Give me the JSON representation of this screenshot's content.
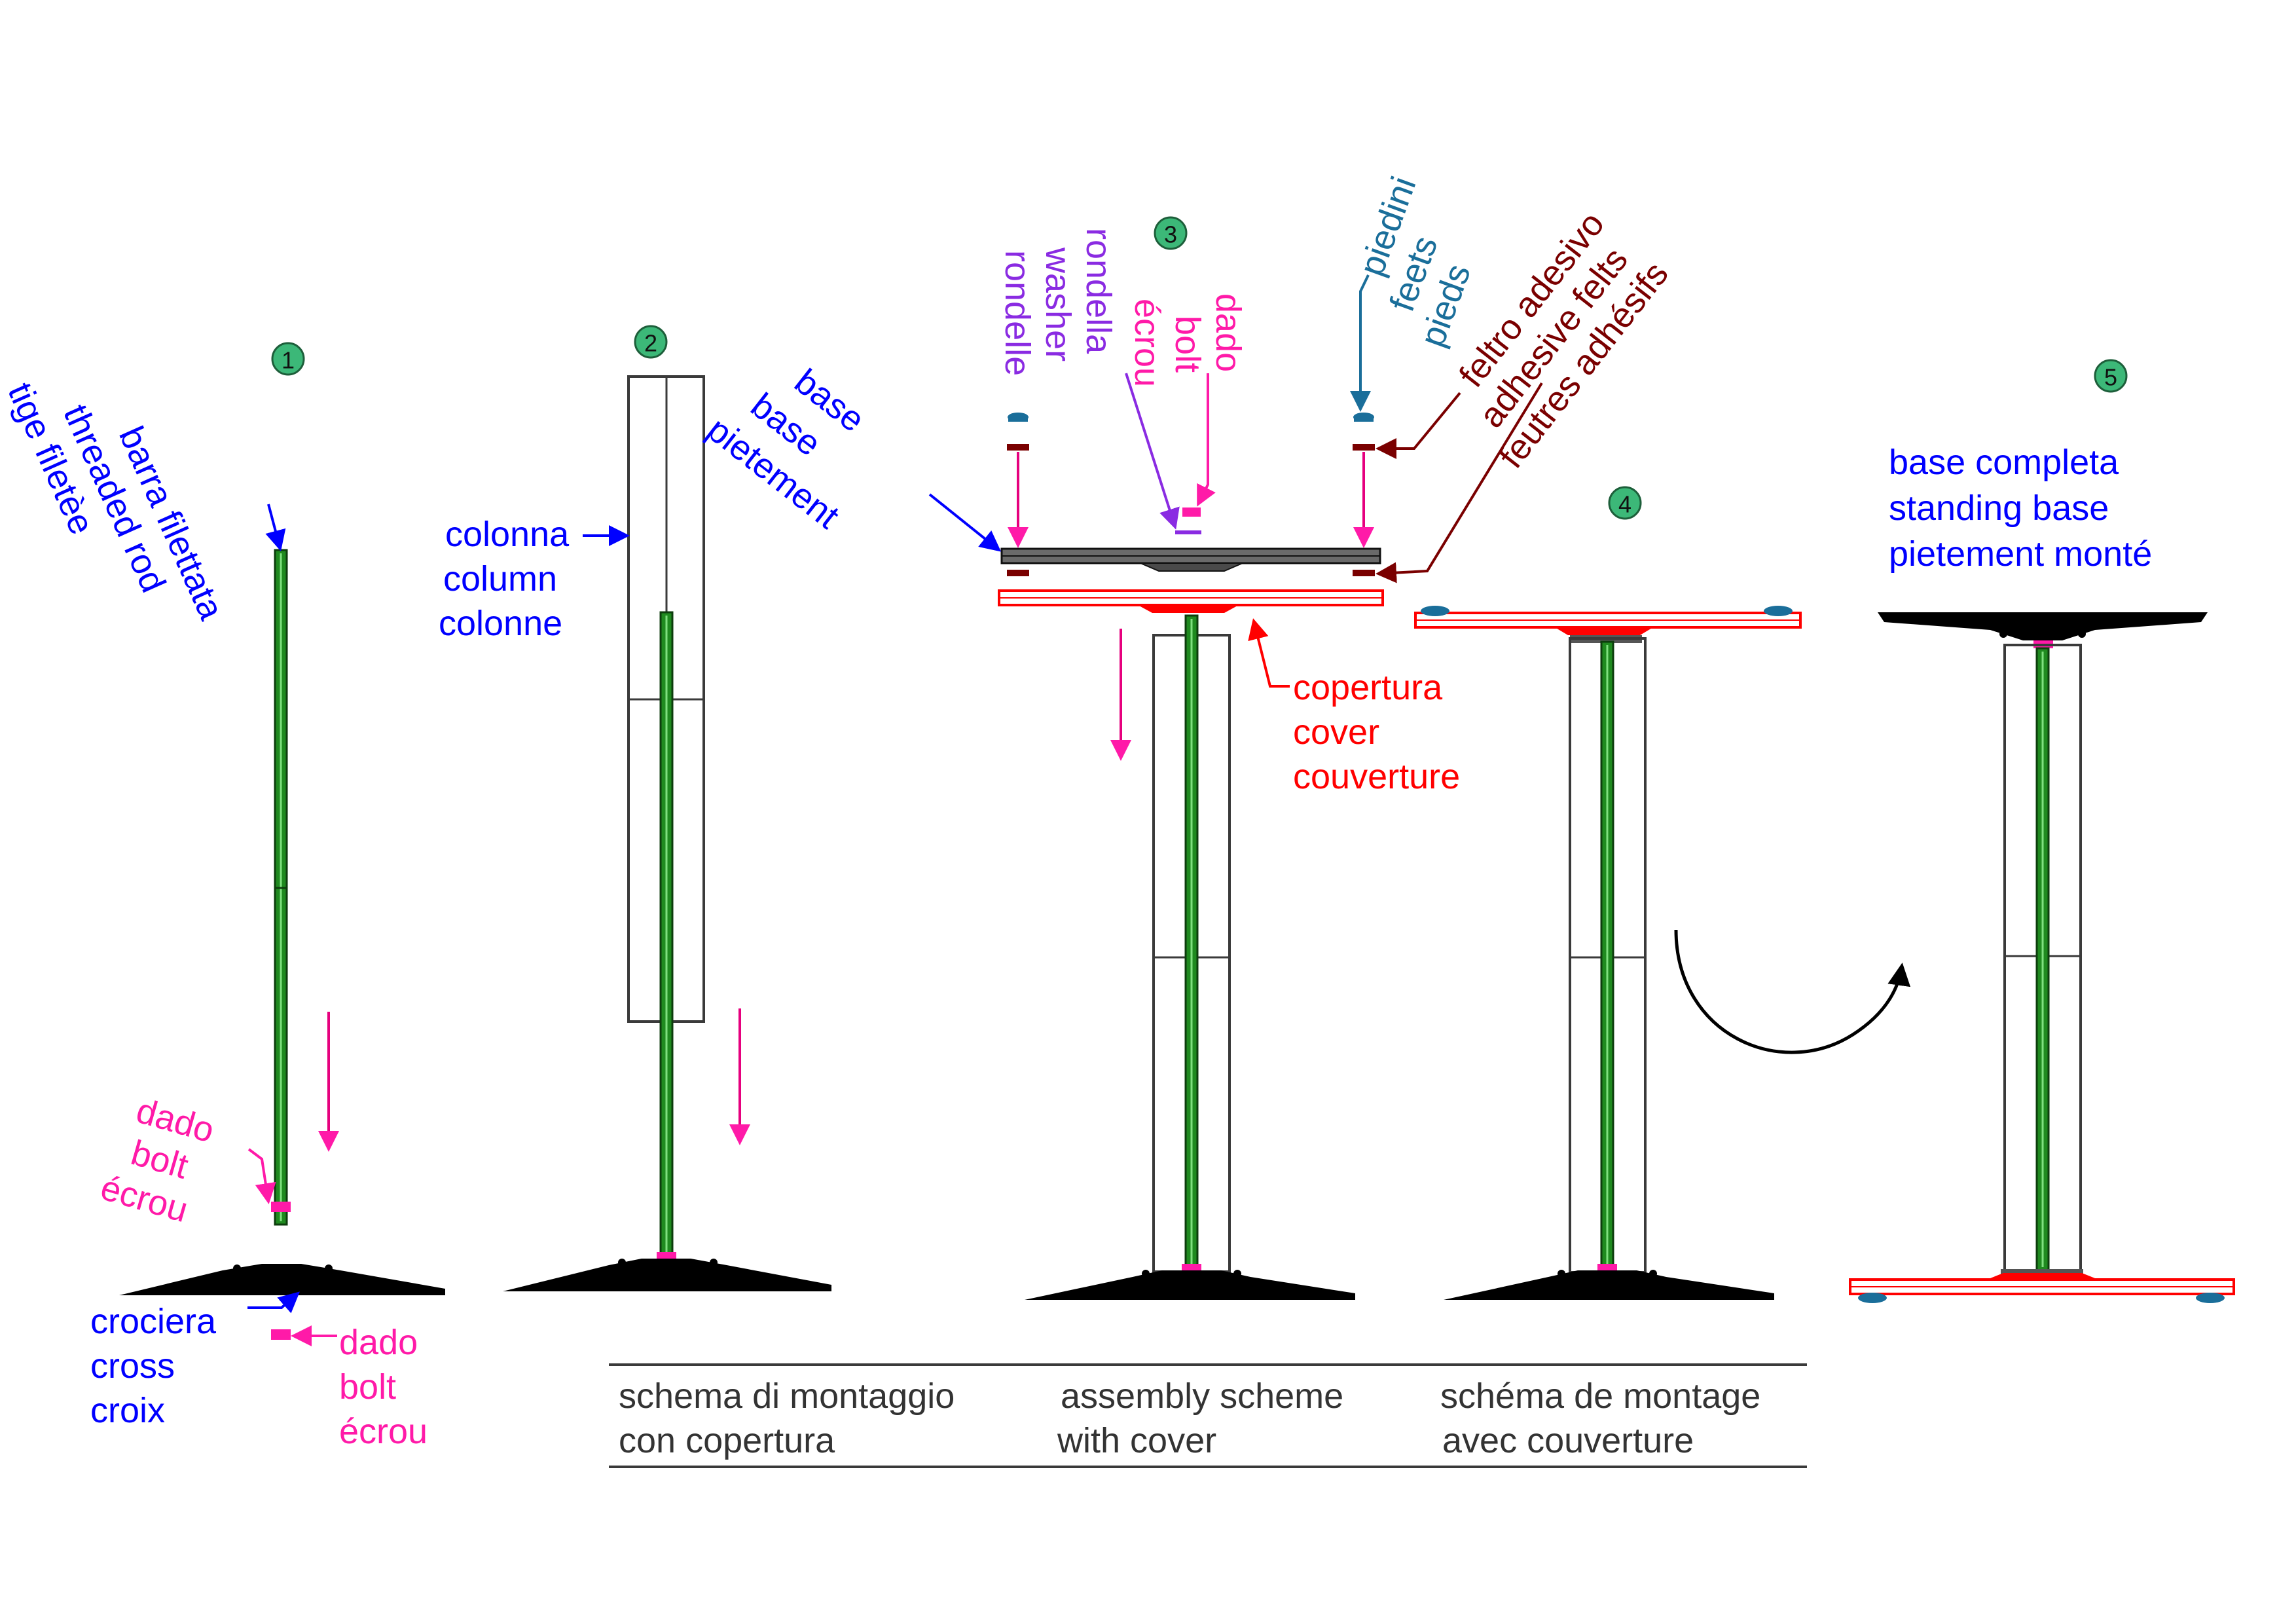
{
  "colors": {
    "rod": "#1f8a1f",
    "rod_light": "#7fe07f",
    "outline": "#3a3a3a",
    "black": "#000000",
    "nut": "#ff1aa8",
    "arrow_pink": "#e6007e",
    "label_blue": "#0000ff",
    "label_magenta": "#ff1aa8",
    "label_purple": "#8a2be2",
    "label_teal": "#1a6e9a",
    "label_darkred": "#7a0000",
    "cover_red": "#ff0000",
    "step_badge": "#3cb878"
  },
  "steps": [
    "1",
    "2",
    "3",
    "4",
    "5"
  ],
  "labels": {
    "threaded_rod": [
      "barra filettata",
      "threaded rod",
      "tige filetèe"
    ],
    "nut_step1": [
      "dado",
      "bolt",
      "écrou"
    ],
    "cross": [
      "crociera",
      "cross",
      "croix"
    ],
    "nut_base": [
      "dado",
      "bolt",
      "écrou"
    ],
    "column": [
      "colonna",
      "column",
      "colonne"
    ],
    "base": [
      "base",
      "base",
      "pietement"
    ],
    "washer": [
      "rondella",
      "washer",
      "rondelle"
    ],
    "nut_step3": [
      "dado",
      "bolt",
      "écrou"
    ],
    "feet": [
      "piedini",
      "feets",
      "pieds"
    ],
    "felts": [
      "feltro adesivo",
      "adhesive felts",
      "feutres adhésifs"
    ],
    "cover": [
      "copertura",
      "cover",
      "couverture"
    ],
    "standing_base": [
      "base completa",
      "standing base",
      "pietement monté"
    ]
  },
  "title_block": {
    "it": [
      "schema di montaggio",
      "con copertura"
    ],
    "en": [
      "assembly scheme",
      "with cover"
    ],
    "fr": [
      "schéma de montage",
      "avec couverture"
    ]
  },
  "icons": [
    "rotate-arrow-icon",
    "down-arrow-icon"
  ]
}
